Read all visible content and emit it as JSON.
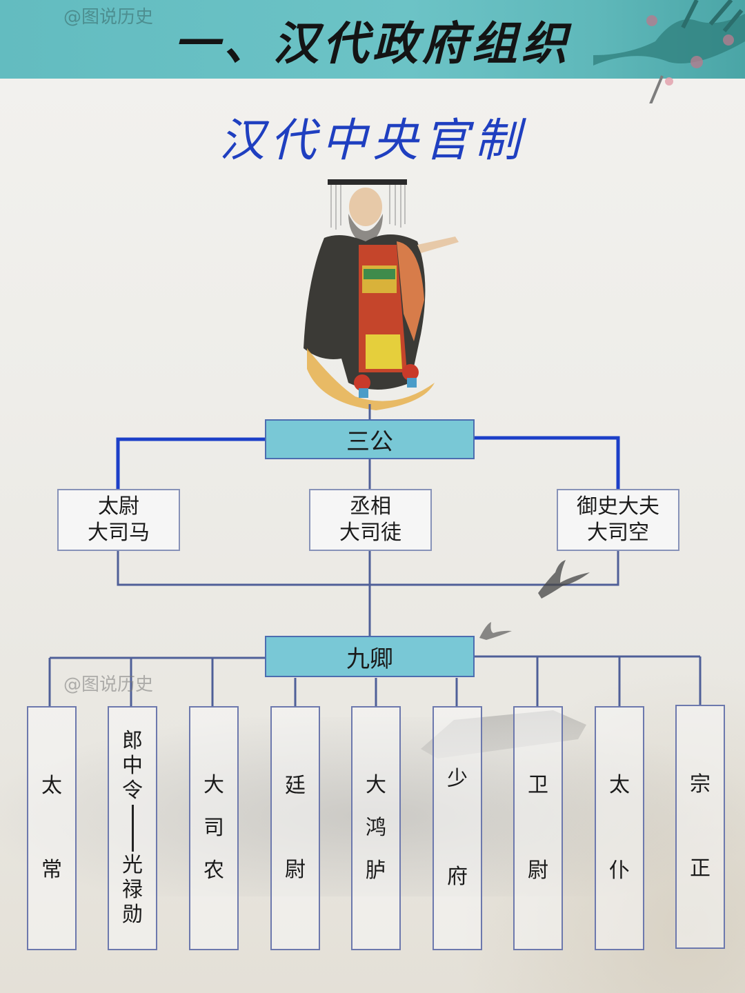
{
  "header": {
    "title": "一、汉代政府组织",
    "watermark": "@图说历史",
    "band_color": "#6cc3c6"
  },
  "subtitle": "汉代中央官制",
  "illustration": {
    "label": "emperor-figure"
  },
  "chart": {
    "top_node": {
      "label": "三公"
    },
    "three_excellencies": [
      {
        "line1": "太尉",
        "line2": "大司马"
      },
      {
        "line1": "丞相",
        "line2": "大司徒"
      },
      {
        "line1": "御史大夫",
        "line2": "大司空"
      }
    ],
    "mid_node": {
      "label": "九卿"
    },
    "nine_ministers": [
      {
        "chars": [
          "太",
          "常"
        ]
      },
      {
        "chars": [
          "郎",
          "中",
          "令"
        ],
        "chars2": [
          "光",
          "禄",
          "勋"
        ]
      },
      {
        "chars": [
          "大",
          "司",
          "农"
        ]
      },
      {
        "chars": [
          "廷",
          "尉"
        ]
      },
      {
        "chars": [
          "大",
          "鸿",
          "胪"
        ]
      },
      {
        "chars": [
          "少",
          "府"
        ]
      },
      {
        "chars": [
          "卫",
          "尉"
        ]
      },
      {
        "chars": [
          "太",
          "仆"
        ]
      },
      {
        "chars": [
          "宗",
          "正"
        ]
      }
    ],
    "colors": {
      "main_node_fill": "#79c8d6",
      "top_connector": "#1c3fc8",
      "connector": "#4f5f98"
    }
  },
  "watermark_mid": "@图说历史"
}
